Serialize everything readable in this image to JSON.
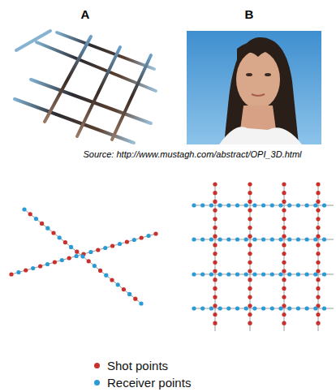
{
  "diagram": {
    "labels": [
      "A",
      "B",
      "Source: http://www.mustagh.com/abstract/OPI_3D.html"
    ],
    "legend": [
      {
        "text": "Shot points",
        "color": "#c9302c"
      },
      {
        "text": "Receiver points",
        "color": "#2a9bd6"
      }
    ]
  }
}
